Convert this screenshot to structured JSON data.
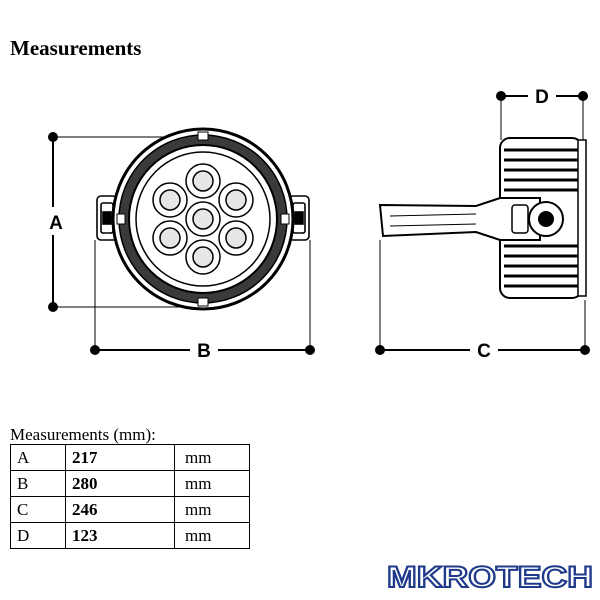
{
  "heading": "Measurements",
  "dimension_labels": {
    "a": "A",
    "b": "B",
    "c": "C",
    "d": "D"
  },
  "table": {
    "caption": "Measurements (mm):",
    "rows": [
      {
        "key": "A",
        "value": "217",
        "unit": "mm"
      },
      {
        "key": "B",
        "value": "280",
        "unit": "mm"
      },
      {
        "key": "C",
        "value": "246",
        "unit": "mm"
      },
      {
        "key": "D",
        "value": "123",
        "unit": "mm"
      }
    ]
  },
  "logo": {
    "text": "MKROTECH",
    "color": "#1f3a8a"
  }
}
